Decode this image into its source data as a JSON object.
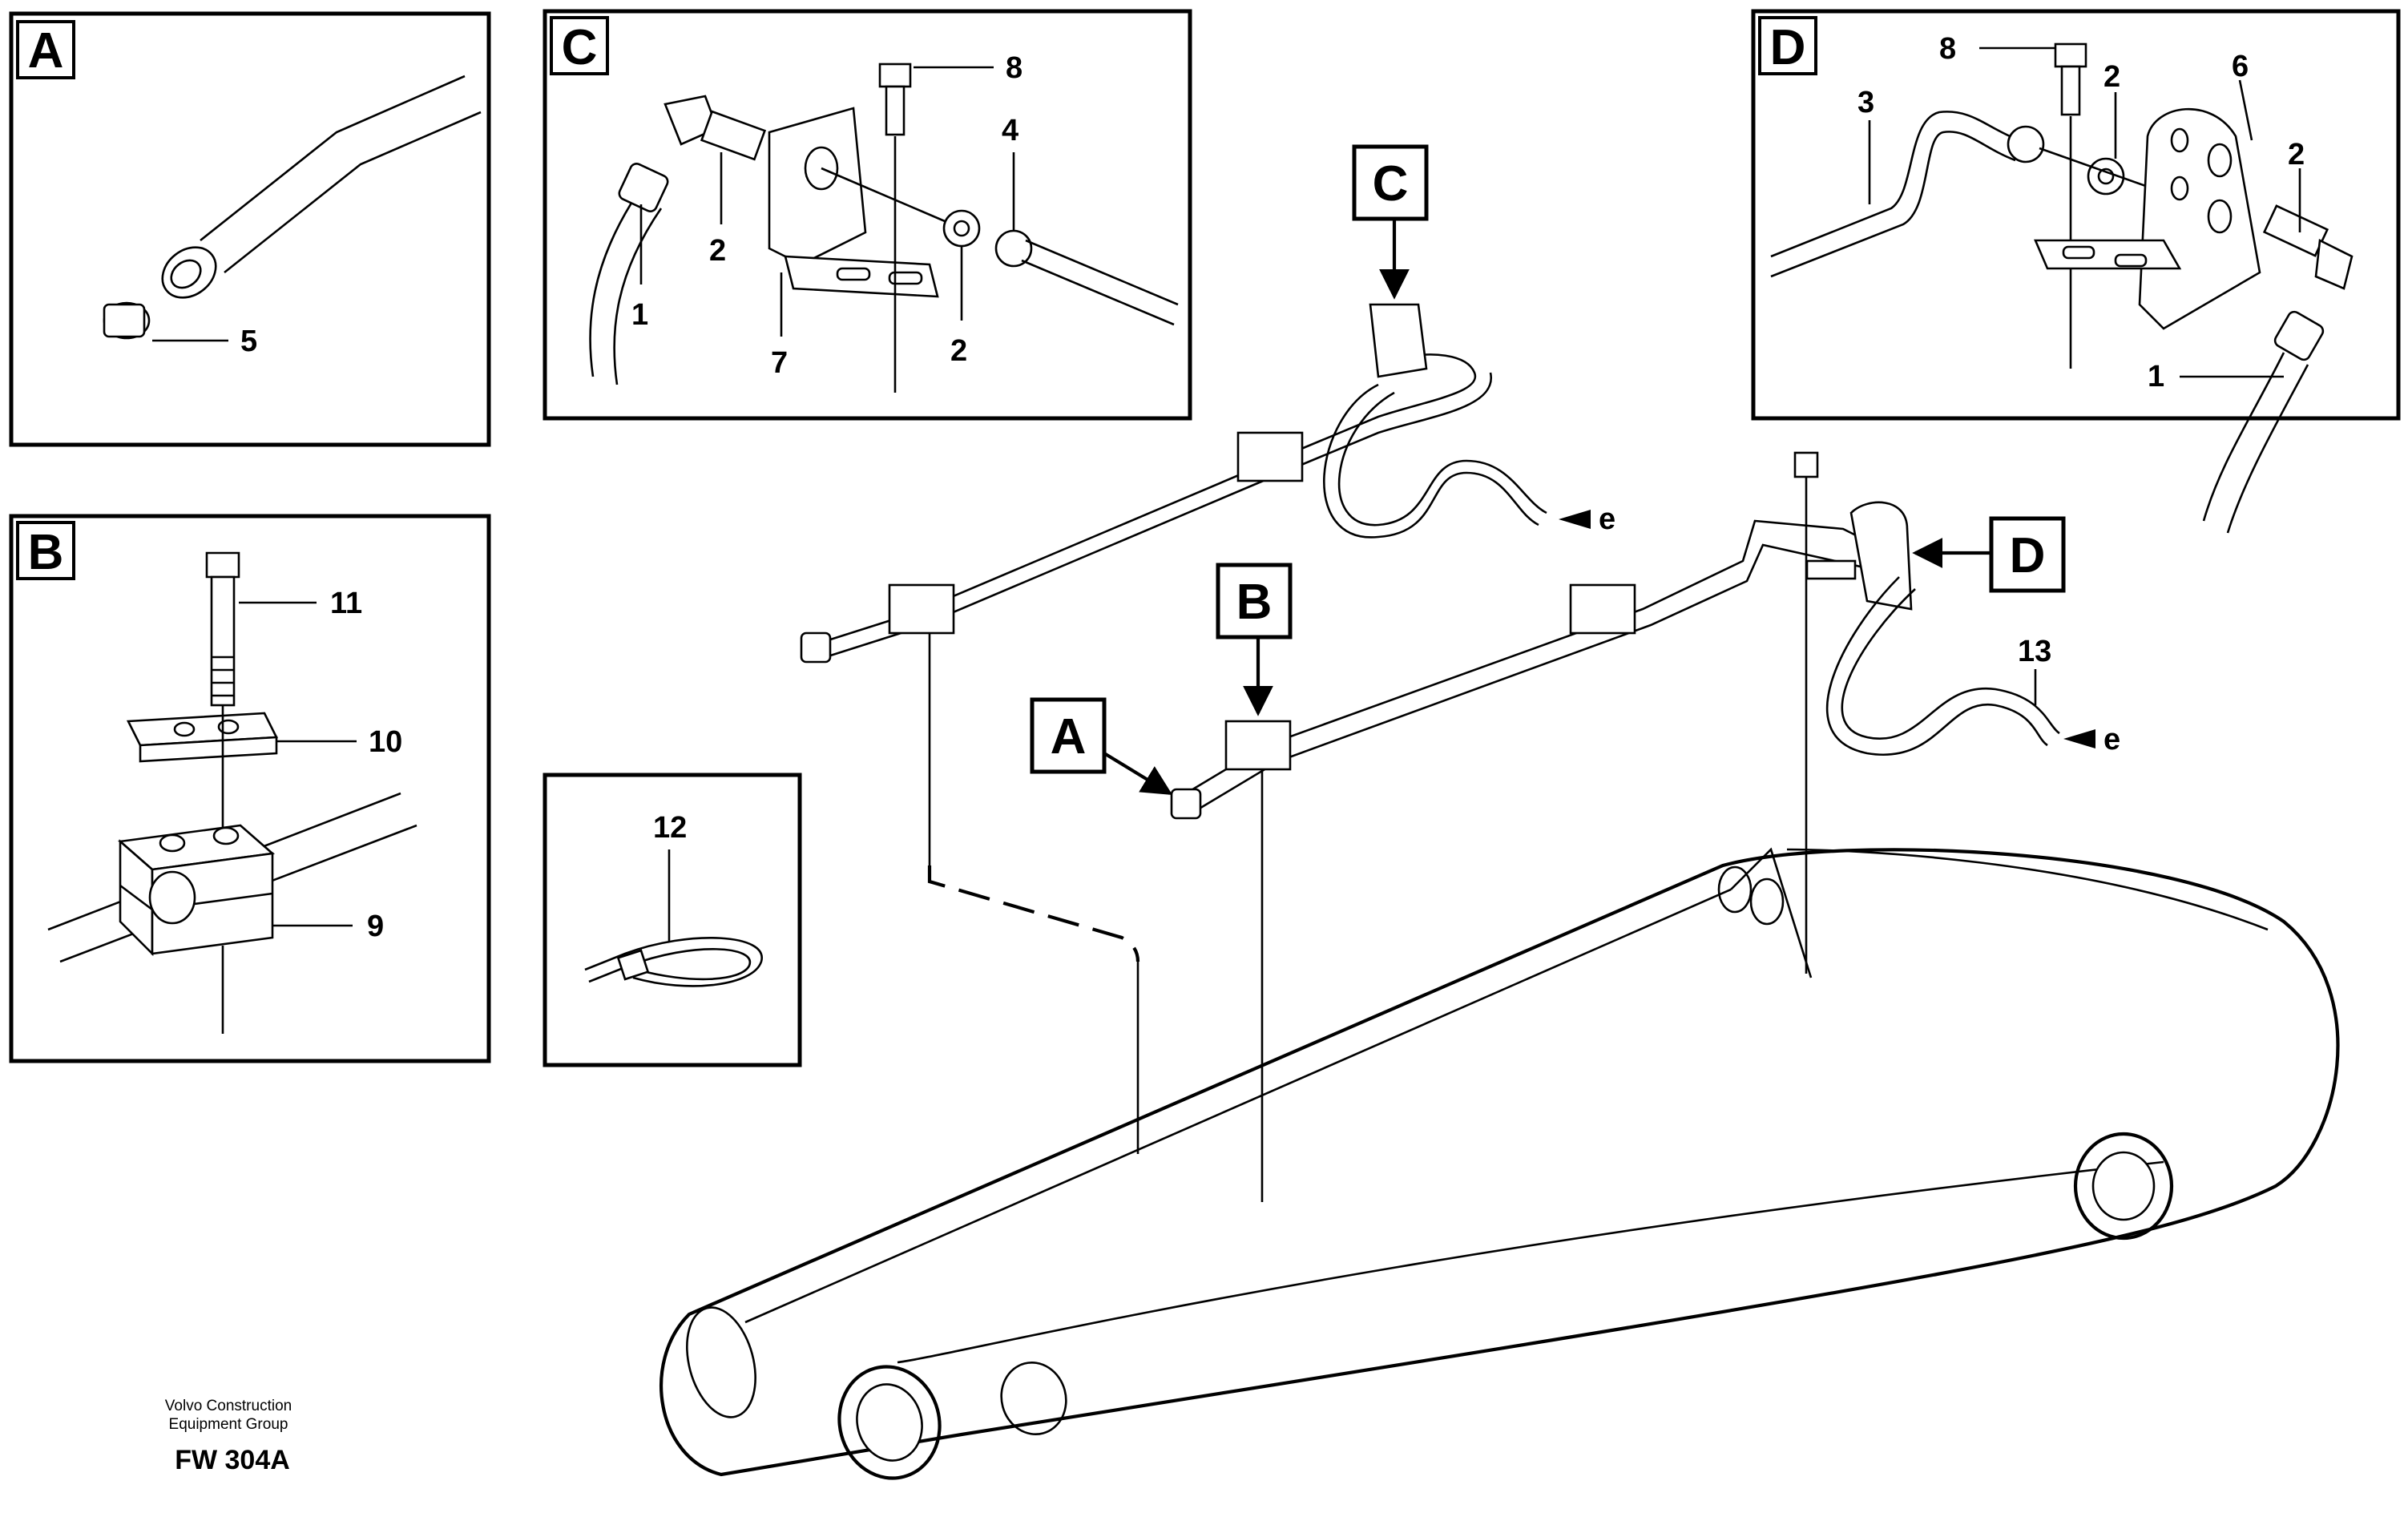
{
  "detail_views": {
    "A": {
      "letter": "A",
      "parts": [
        "5"
      ]
    },
    "B": {
      "letter": "B",
      "parts": [
        "11",
        "10",
        "9"
      ]
    },
    "C": {
      "letter": "C",
      "parts": [
        "8",
        "4",
        "2",
        "1",
        "7",
        "2"
      ]
    },
    "D": {
      "letter": "D",
      "parts": [
        "8",
        "2",
        "6",
        "3",
        "2",
        "1"
      ]
    },
    "tie": {
      "parts": [
        "12"
      ]
    }
  },
  "main_callouts": {
    "C": "C",
    "B": "B",
    "A": "A",
    "D": "D",
    "e_upper": "e",
    "e_lower": "e",
    "part_13": "13"
  },
  "footer": {
    "company_line1": "Volvo Construction",
    "company_line2": "Equipment Group",
    "code": "FW 304A"
  }
}
